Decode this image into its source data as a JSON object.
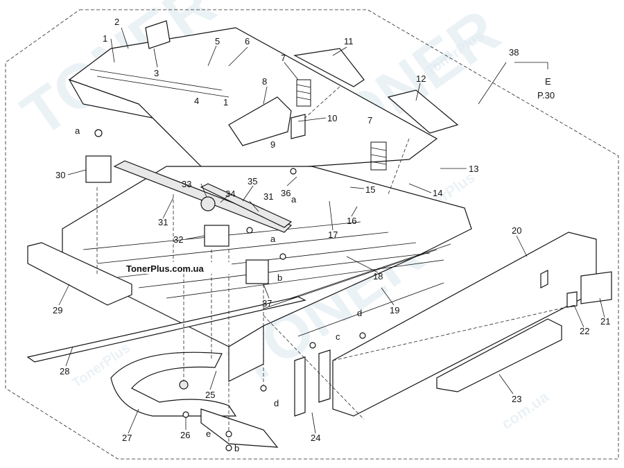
{
  "watermark": {
    "brand": "TONER",
    "site": "TonerPlus.com.ua",
    "site_short": "TonerPlus",
    "site_ua": "com.ua"
  },
  "site_label": "TonerPlus.com.ua",
  "reference": {
    "letter": "E",
    "page": "P.30"
  },
  "callouts": {
    "n1a": "1",
    "n1b": "1",
    "n2": "2",
    "n3": "3",
    "n4": "4",
    "n5": "5",
    "n6": "6",
    "n7a": "7",
    "n7b": "7",
    "n8": "8",
    "n9": "9",
    "n10": "10",
    "n11": "11",
    "n12": "12",
    "n13": "13",
    "n14": "14",
    "n15": "15",
    "n16": "16",
    "n17": "17",
    "n18": "18",
    "n19": "19",
    "n20": "20",
    "n21": "21",
    "n22": "22",
    "n23": "23",
    "n24": "24",
    "n25": "25",
    "n26": "26",
    "n27": "27",
    "n28": "28",
    "n29": "29",
    "n30": "30",
    "n31a": "31",
    "n31b": "31",
    "n32": "32",
    "n33": "33",
    "n34": "34",
    "n35": "35",
    "n36": "36",
    "n37": "37",
    "n38": "38",
    "a1": "a",
    "a2": "a",
    "a3": "a",
    "b1": "b",
    "b2": "b",
    "c1": "c",
    "d1": "d",
    "d2": "d",
    "e1": "e"
  }
}
